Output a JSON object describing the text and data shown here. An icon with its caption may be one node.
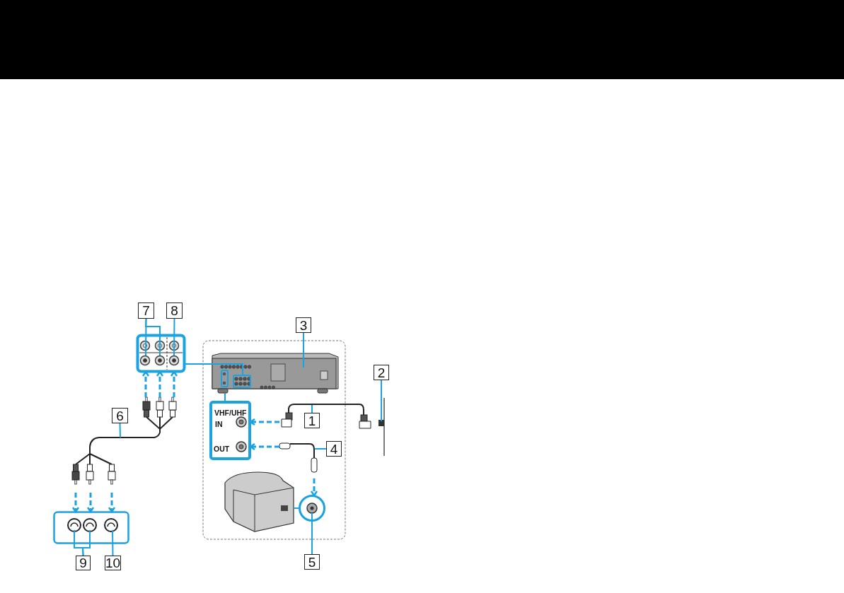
{
  "diagram": {
    "nodes": [
      {
        "text": [
          "7"
        ]
      },
      {
        "text": [
          "8"
        ]
      },
      {
        "text": [
          "3"
        ]
      },
      {
        "text": [
          "2"
        ]
      },
      {
        "text": [
          "1"
        ]
      },
      {
        "text": [
          "6"
        ]
      },
      {
        "text": [
          "4"
        ]
      },
      {
        "text": [
          "9"
        ]
      },
      {
        "text": [
          "10"
        ]
      },
      {
        "text": [
          "5"
        ]
      },
      {
        "text": [
          "VHF/UHF",
          "IN",
          "OUT"
        ]
      },
      {
        "text": [],
        "shape": "box"
      },
      {
        "text": [],
        "shape": "picture"
      },
      {
        "text": [],
        "shape": "box"
      },
      {
        "text": [],
        "shape": "circle"
      },
      {
        "text": [],
        "shape": "picture"
      }
    ],
    "edges": [
      {
        "from": 0,
        "to": 11,
        "arrow": "none"
      },
      {
        "from": 0,
        "to": 11,
        "arrow": "none"
      },
      {
        "from": 1,
        "to": 11,
        "arrow": "none"
      },
      {
        "from": 2,
        "to": 12,
        "arrow": "none"
      },
      {
        "from": 3,
        "to": null,
        "arrow": "none"
      },
      {
        "from": 4,
        "to": null,
        "arrow": "none"
      },
      {
        "from": 5,
        "to": null,
        "arrow": "none"
      },
      {
        "from": 6,
        "to": null,
        "arrow": "none"
      },
      {
        "from": 7,
        "to": 13,
        "arrow": "none"
      },
      {
        "from": 7,
        "to": 13,
        "arrow": "none"
      },
      {
        "from": 8,
        "to": 13,
        "arrow": "none"
      },
      {
        "from": 9,
        "to": 14,
        "arrow": "none"
      },
      {
        "from": 11,
        "to": 12,
        "arrow": "none"
      },
      {
        "from": 12,
        "to": 10,
        "arrow": "none"
      },
      {
        "from": null,
        "to": 11,
        "arrow": "to",
        "style": "dashed"
      },
      {
        "from": null,
        "to": 11,
        "arrow": "to",
        "style": "dashed"
      },
      {
        "from": null,
        "to": 11,
        "arrow": "to",
        "style": "dashed"
      },
      {
        "from": null,
        "to": 13,
        "arrow": "to",
        "style": "dashed"
      },
      {
        "from": null,
        "to": 13,
        "arrow": "to",
        "style": "dashed"
      },
      {
        "from": null,
        "to": 13,
        "arrow": "to",
        "style": "dashed"
      },
      {
        "from": null,
        "to": 10,
        "arrow": "to",
        "style": "dashed"
      },
      {
        "from": null,
        "to": 10,
        "arrow": "to",
        "style": "dashed"
      },
      {
        "from": null,
        "to": 14,
        "arrow": "to",
        "style": "dashed"
      },
      {
        "from": 15,
        "to": 14,
        "arrow": "none"
      }
    ]
  }
}
